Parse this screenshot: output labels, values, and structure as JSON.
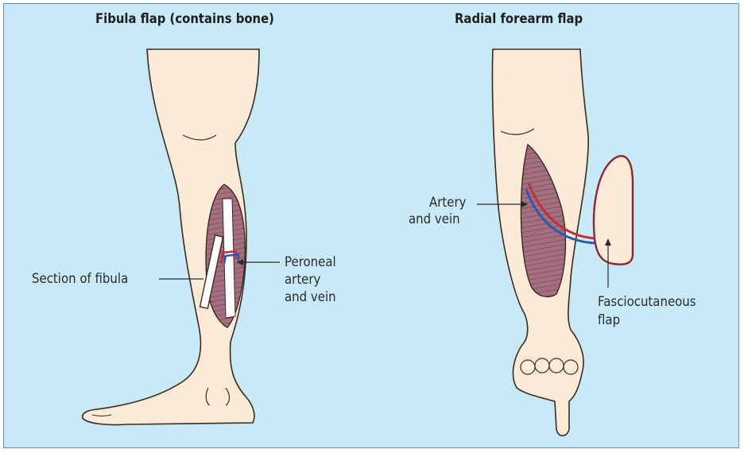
{
  "left_panel": {
    "title": "Fibula flap (contains bone)",
    "labels": {
      "section_of_fibula": "Section of fibula",
      "peroneal_line1": "Peroneal",
      "peroneal_line2": "artery",
      "peroneal_line3": "and vein"
    }
  },
  "right_panel": {
    "title": "Radial forearm flap",
    "labels": {
      "artery_line1": "Artery",
      "artery_line2": "and vein",
      "fascio_line1": "Fasciocutaneous",
      "fascio_line2": "flap"
    }
  },
  "colors": {
    "background": "#c8e9f7",
    "skin": "#fbead6",
    "muscle": "#9b6878",
    "artery": "#c0303a",
    "vein": "#2c58b0"
  }
}
